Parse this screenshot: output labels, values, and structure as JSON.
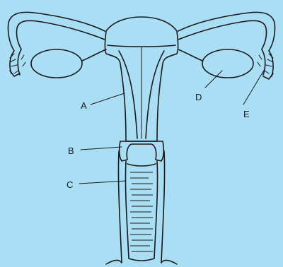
{
  "labels": {
    "a": "A",
    "b": "B",
    "c": "C",
    "d": "D",
    "e": "E"
  },
  "colors": {
    "background": "#a9def5",
    "ink": "#1a1a1a"
  }
}
